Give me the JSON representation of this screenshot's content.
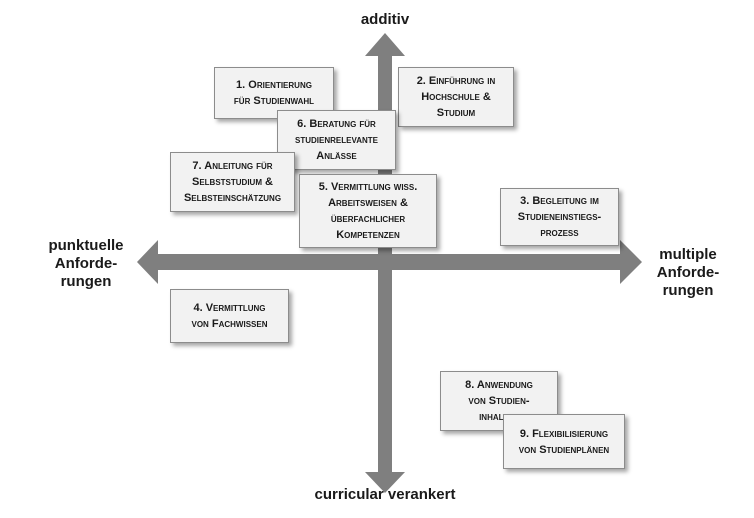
{
  "axes": {
    "top": "additiv",
    "bottom": "curricular verankert",
    "left": [
      "punktuelle",
      "Anforde-",
      "rungen"
    ],
    "right": [
      "multiple",
      "Anforde-",
      "rungen"
    ]
  },
  "colors": {
    "arrow": "#7f7f7f",
    "box_fill": "#f2f2f2",
    "box_border": "#8c8c8c"
  },
  "boxes": [
    {
      "lines": [
        "1. Orientierung",
        "für Studienwahl"
      ]
    },
    {
      "lines": [
        "2. Einführung in",
        "Hochschule &",
        "Studium"
      ]
    },
    {
      "lines": [
        "6. Beratung für",
        "studienrelevante",
        "Anlässe"
      ]
    },
    {
      "lines": [
        "7. Anleitung  für",
        "Selbststudium &",
        "Selbsteinschätzung"
      ]
    },
    {
      "lines": [
        "5. Vermittlung  wiss.",
        "Arbeitsweisen &",
        "überfachlicher",
        "Kompetenzen"
      ]
    },
    {
      "lines": [
        "3. Begleitung im",
        "Studieneinstiegs-",
        "prozess"
      ]
    },
    {
      "lines": [
        "4. Vermittlung",
        "von Fachwissen"
      ]
    },
    {
      "lines": [
        "8. Anwendung",
        "von Studien-",
        "inhalten"
      ]
    },
    {
      "lines": [
        "9. Flexibilisierung",
        "von Studienplänen"
      ]
    }
  ]
}
